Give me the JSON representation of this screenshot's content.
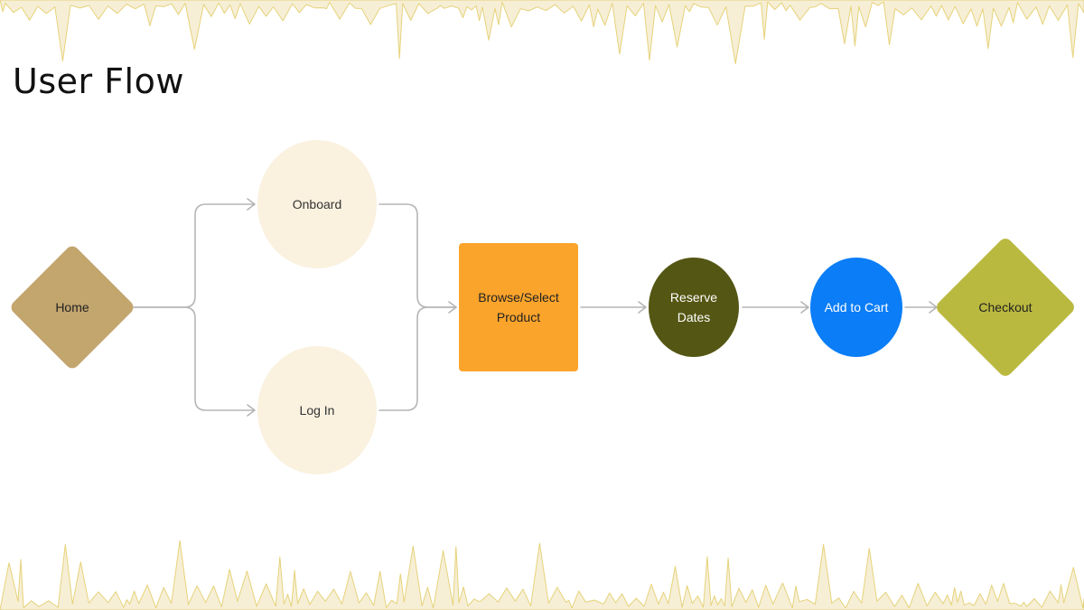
{
  "page": {
    "title": "User Flow"
  },
  "colors": {
    "background": "#ffffff",
    "decor_fill": "#f6efd6",
    "decor_stroke": "#e6d27a",
    "connector": "#b5b5b5"
  },
  "diagram": {
    "nodes": [
      {
        "id": "home",
        "label": "Home",
        "shape": "diamond",
        "fill": "#c3a56e",
        "text_color": "#222222"
      },
      {
        "id": "onboard",
        "label": "Onboard",
        "shape": "ellipse",
        "fill": "#faf1df",
        "text_color": "#333333"
      },
      {
        "id": "login",
        "label": "Log In",
        "shape": "ellipse",
        "fill": "#faf1df",
        "text_color": "#333333"
      },
      {
        "id": "browse",
        "label": "Browse/Select\nProduct",
        "shape": "rectangle",
        "fill": "#fba42b",
        "text_color": "#222222"
      },
      {
        "id": "reserve",
        "label": "Reserve\nDates",
        "shape": "circle",
        "fill": "#545613",
        "text_color": "#ffffff"
      },
      {
        "id": "cart",
        "label": "Add to Cart",
        "shape": "circle",
        "fill": "#0a7df7",
        "text_color": "#ffffff"
      },
      {
        "id": "checkout",
        "label": "Checkout",
        "shape": "diamond",
        "fill": "#bab93f",
        "text_color": "#222222"
      }
    ],
    "edges": [
      {
        "from": "home",
        "to": "onboard"
      },
      {
        "from": "home",
        "to": "login"
      },
      {
        "from": "onboard",
        "to": "browse"
      },
      {
        "from": "login",
        "to": "browse"
      },
      {
        "from": "browse",
        "to": "reserve"
      },
      {
        "from": "reserve",
        "to": "cart"
      },
      {
        "from": "cart",
        "to": "checkout"
      }
    ]
  }
}
